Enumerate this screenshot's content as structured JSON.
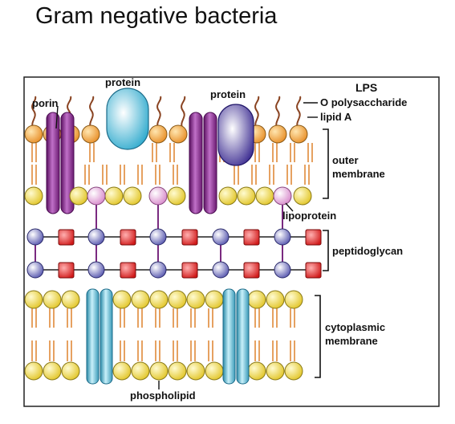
{
  "title": "Gram negative bacteria",
  "labels": {
    "porin": "porin",
    "protein_left": "protein",
    "protein_right": "protein",
    "lps": "LPS",
    "o_polysaccharide": "O polysaccharide",
    "lipid_a": "lipid A",
    "outer_membrane_1": "outer",
    "outer_membrane_2": "membrane",
    "lipoprotein": "lipoprotein",
    "peptidoglycan": "peptidoglycan",
    "cytoplasmic_membrane_1": "cytoplasmic",
    "cytoplasmic_membrane_2": "membrane",
    "phospholipid": "phospholipid"
  },
  "colors": {
    "head_orange": "#f0a83c",
    "head_yellow": "#f4e25a",
    "lipoprotein_pink": "#f0c3e6",
    "tail": "#e08a3a",
    "porin_purple": "#8e2a8e",
    "protein_cyan": "#5cc6e0",
    "protein_violet": "#6a5ab8",
    "channel_blue": "#6cc3d8",
    "peptide_red": "#e52a2a",
    "sugar_blue": "#7a7ac8",
    "lps_chain": "#8a4422"
  }
}
